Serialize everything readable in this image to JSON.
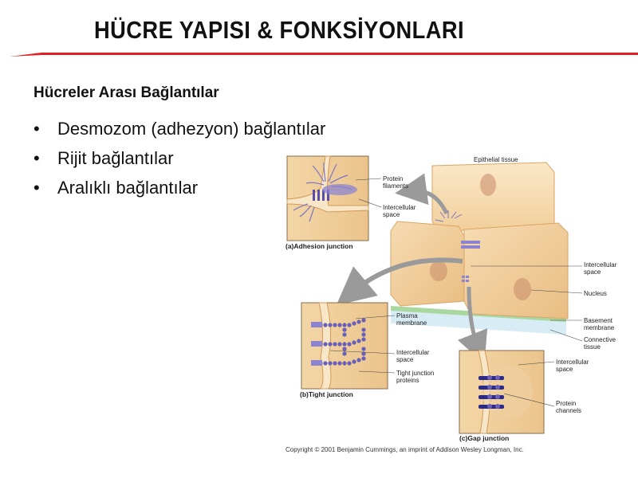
{
  "slide": {
    "title": "HÜCRE YAPISI & FONKSİYONLARI",
    "subtitle": "Hücreler Arası Bağlantılar",
    "bullets": [
      "Desmozom (adhezyon)  bağlantılar",
      "Rijit bağlantılar",
      "Aralıklı bağlantılar"
    ],
    "bullet_symbol": "•",
    "accent_color": "#e02020"
  },
  "figure": {
    "labels": {
      "epithelial_tissue": "Epithelial tissue",
      "protein_filaments": "Protein\nfilaments",
      "intercellular_space_a": "Intercellular\nspace",
      "intercellular_space_main": "Intercellular\nspace",
      "nucleus": "Nucleus",
      "basement_membrane": "Basement\nmembrane",
      "connective_tissue": "Connective\ntissue",
      "plasma_membrane": "Plasma\nmembrane",
      "intercellular_space_b": "Intercellular\nspace",
      "tight_junction_proteins": "Tight junction\nproteins",
      "intercellular_space_c": "Intercellular\nspace",
      "protein_channels": "Protein\nchannels"
    },
    "captions": {
      "adhesion": "(a)Adhesion junction",
      "tight": "(b)Tight junction",
      "gap": "(c)Gap junction"
    },
    "copyright": "Copyright © 2001 Benjamin Cummings, an imprint of Addison Wesley Longman, Inc."
  }
}
